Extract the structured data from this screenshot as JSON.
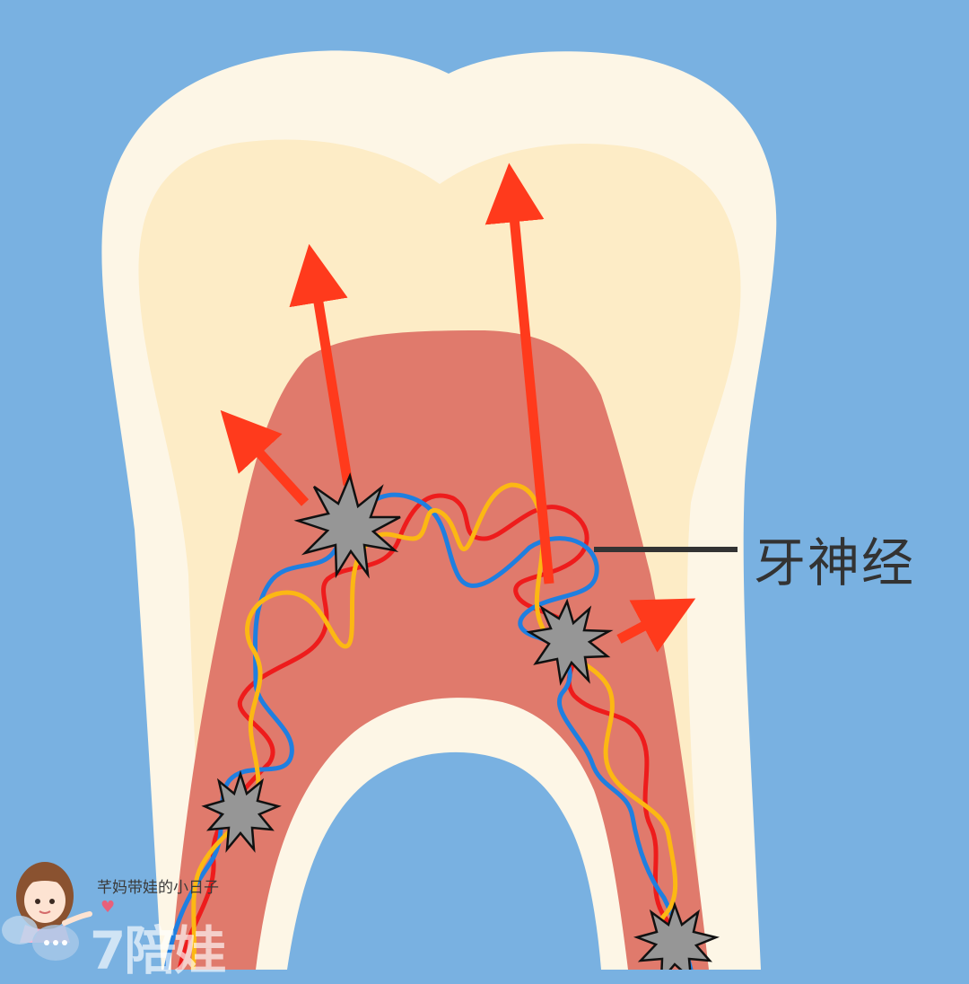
{
  "callout": {
    "label": "牙神经"
  },
  "watermark": {
    "text": "芊妈带娃的小日子",
    "logo": "7陪娃"
  },
  "colors": {
    "background": "#79b1e1",
    "enamel": "#fdf6e6",
    "dentin": "#fdecc6",
    "pulp": "#e07a6c",
    "nerve_red": "#ee1c1c",
    "nerve_blue": "#1f7fe0",
    "nerve_yellow": "#fcb813",
    "arrow": "#ff3a1c",
    "pain_star": "#969696"
  },
  "icons": [
    "pain-burst-icon",
    "pain-arrow-icon",
    "cartoon-girl-avatar",
    "chat-bubble-icon",
    "heart-icon"
  ]
}
